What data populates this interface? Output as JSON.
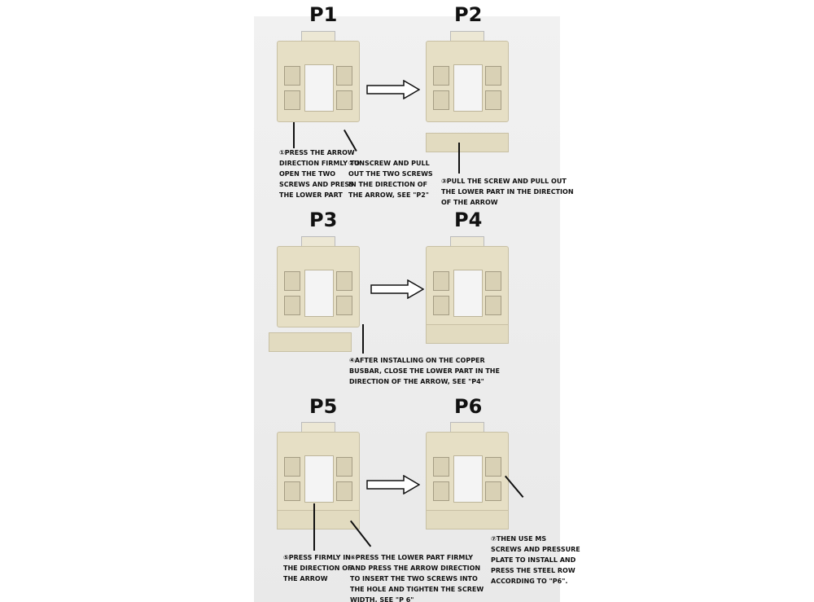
{
  "panels": [
    "P1",
    "P2",
    "P3",
    "P4",
    "P5",
    "P6"
  ],
  "steps": {
    "s1": "①PRESS THE ARROW\nDIRECTION FIRMLY TO\nOPEN THE TWO\nSCREWS AND PRESS\nTHE LOWER PART",
    "s2": "②UNSCREW AND PULL\nOUT THE TWO SCREWS\nIN THE DIRECTION OF\nTHE ARROW, SEE \"P2\"",
    "s3": "③PULL THE SCREW AND PULL OUT\nTHE LOWER PART IN THE DIRECTION\nOF THE ARROW",
    "s4": "④AFTER INSTALLING ON THE COPPER\nBUSBAR, CLOSE THE LOWER PART IN THE\nDIRECTION OF THE ARROW, SEE \"P4\"",
    "s5": "⑤PRESS FIRMLY IN\nTHE DIRECTION OF\nTHE ARROW",
    "s6": "⑥PRESS THE LOWER PART FIRMLY\nAND PRESS THE ARROW DIRECTION\nTO INSERT THE TWO SCREWS INTO\nTHE HOLE AND TIGHTEN THE SCREW\nWIDTH, SEE \"P 6\"",
    "s7": "⑦THEN USE MS\nSCREWS AND PRESSURE\nPLATE TO INSTALL AND\nPRESS THE STEEL ROW\nACCORDING TO \"P6\"."
  }
}
